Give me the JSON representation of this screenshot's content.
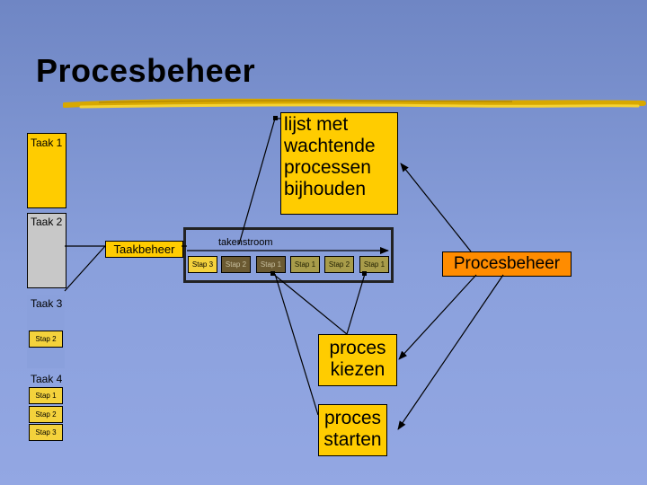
{
  "title": "Procesbeheer",
  "tasks": [
    {
      "label": "Taak 1",
      "color": "#ffcc00"
    },
    {
      "label": "Taak 2",
      "color": "#c8c8c8"
    },
    {
      "label": "Taak 3",
      "steps": [
        "Stap 2"
      ]
    },
    {
      "label": "Taak 4",
      "steps": [
        "Stap 1",
        "Stap 2",
        "Stap 3"
      ]
    }
  ],
  "scheduler": {
    "label": "Taakbeheer",
    "stream_label": "takenstroom",
    "stream_steps": [
      "Stap 3",
      "Stap 2",
      "Stap 1",
      "Stap 1",
      "Stap 2",
      "Stap 1"
    ]
  },
  "callouts": {
    "list": "lijst met wachtende processen bijhouden",
    "choose": "proces kiezen",
    "start": "proces starten",
    "manager": "Procesbeheer"
  },
  "colors": {
    "background": "#8aa0dc",
    "callout": "#ffcc00",
    "manager_box": "#ff8c00",
    "step_brown": "#6b5a32",
    "step_olive": "#a89c4a"
  }
}
